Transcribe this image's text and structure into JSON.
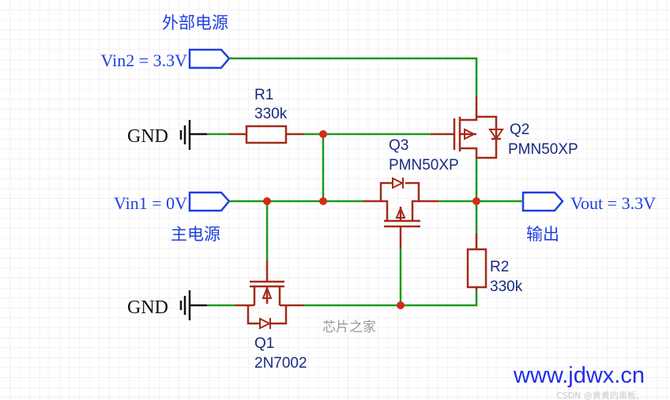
{
  "labels": {
    "external_power": "外部电源",
    "main_power": "主电源",
    "output": "输出",
    "vin2": "Vin2 = 3.3V",
    "vin1": "Vin1 = 0V",
    "vout": "Vout = 3.3V",
    "gnd_top": "GND",
    "gnd_bottom": "GND"
  },
  "components": {
    "r1": {
      "ref": "R1",
      "value": "330k"
    },
    "r2": {
      "ref": "R2",
      "value": "330k"
    },
    "q1": {
      "ref": "Q1",
      "value": "2N7002"
    },
    "q2": {
      "ref": "Q2",
      "value": "PMN50XP"
    },
    "q3": {
      "ref": "Q3",
      "value": "PMN50XP"
    }
  },
  "watermarks": {
    "chip_home": "芯片之家",
    "site": "www.jdwx.cn",
    "csdn": "CSDN @黄黄的黑板、"
  },
  "colors": {
    "wire": "#1a9a1a",
    "component": "#a52a1a",
    "net_label": "#1f3fe0",
    "junction": "#d42a1a"
  }
}
